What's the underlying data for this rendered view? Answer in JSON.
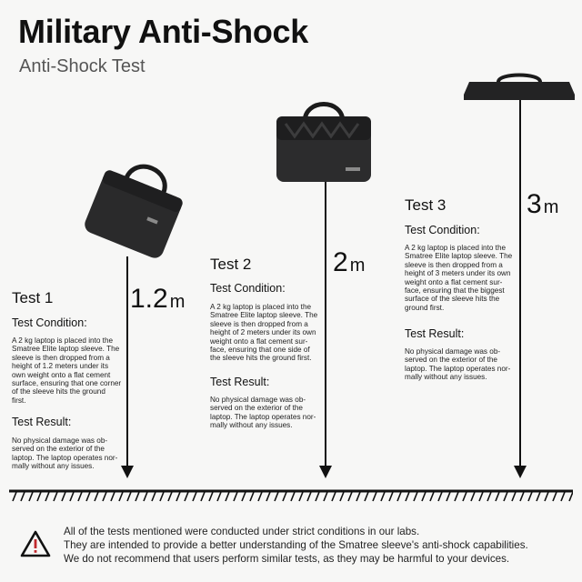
{
  "header": {
    "title": "Military Anti-Shock",
    "subtitle": "Anti-Shock Test"
  },
  "tests": [
    {
      "heading": "Test 1",
      "height_value": "1.2",
      "height_unit": "m",
      "condition_label": "Test Condition:",
      "condition_lines": [
        "A 2 kg laptop is placed into the",
        "Smatree Elite laptop sleeve. The",
        "sleeve is then dropped from a",
        "height of 1.2 meters under its",
        "own weight onto a flat cement",
        "surface, ensuring that one corner",
        "of the sleeve hits the ground",
        "first."
      ],
      "result_label": "Test Result:",
      "result_lines": [
        "No physical damage was ob-",
        "served on the exterior of the",
        "laptop. The laptop operates nor-",
        "mally without any issues."
      ]
    },
    {
      "heading": "Test 2",
      "height_value": "2",
      "height_unit": "m",
      "condition_label": "Test Condition:",
      "condition_lines": [
        "A 2 kg laptop is placed into the",
        "Smatree Elite laptop sleeve. The",
        "sleeve is then dropped from a",
        "height of 2 meters under its own",
        "weight onto a flat cement sur-",
        "face, ensuring that one side of",
        "the sleeve hits the ground first."
      ],
      "result_label": "Test Result:",
      "result_lines": [
        "No physical damage was ob-",
        "served on the exterior of the",
        "laptop. The laptop operates nor-",
        "mally without any issues."
      ]
    },
    {
      "heading": "Test 3",
      "height_value": "3",
      "height_unit": "m",
      "condition_label": "Test Condition:",
      "condition_lines": [
        "A 2 kg laptop is placed into the",
        "Smatree Elite laptop sleeve. The",
        "sleeve is then dropped from a",
        "height of 3 meters under its own",
        "weight onto a flat cement sur-",
        "face, ensuring that the biggest",
        "surface of the sleeve hits the",
        "ground first."
      ],
      "result_label": "Test Result:",
      "result_lines": [
        "No physical damage was ob-",
        "served on the exterior of the",
        "laptop. The laptop operates nor-",
        "mally without any issues."
      ]
    }
  ],
  "notice": {
    "icon": "warning-icon",
    "lines": [
      "All of the tests mentioned were conducted under strict conditions in our labs.",
      "They are intended to provide a better understanding of the Smatree sleeve's anti-shock capabilities.",
      "We do not recommend that users perform similar tests, as they may be harmful to your devices."
    ]
  }
}
